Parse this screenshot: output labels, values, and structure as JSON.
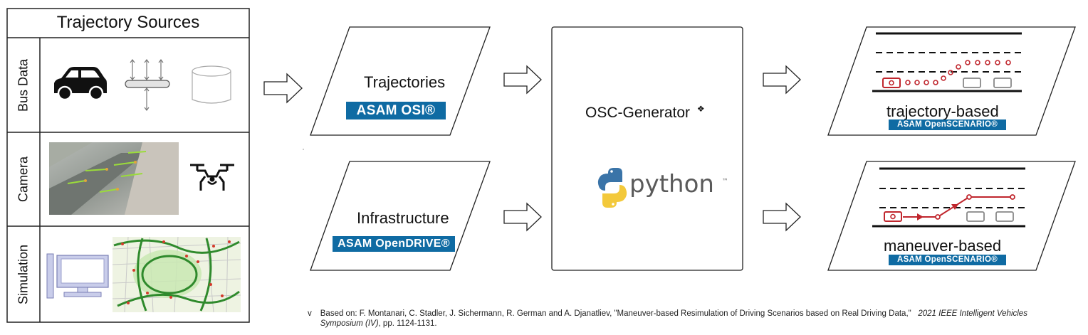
{
  "sources": {
    "title": "Trajectory Sources",
    "rows": [
      {
        "label": "Bus Data"
      },
      {
        "label": "Camera"
      },
      {
        "label": "Simulation"
      }
    ]
  },
  "inputs": {
    "trajectories": {
      "title": "Trajectories",
      "badge": "ASAM OSI®"
    },
    "infrastructure": {
      "title": "Infrastructure",
      "badge": "ASAM OpenDRIVE®"
    }
  },
  "generator": {
    "title": "OSC-Generator",
    "title_mark": "❖",
    "python_word": "python",
    "python_tm": "™"
  },
  "outputs": {
    "trajectory": {
      "title": "trajectory-based",
      "badge": "ASAM OpenSCENARIO®"
    },
    "maneuver": {
      "title": "maneuver-based",
      "badge": "ASAM OpenSCENARIO®"
    }
  },
  "footnote": {
    "bullet": "v",
    "text_a": "Based on: F. Montanari, C. Stadler, J. Sichermann, R. German and A. Djanatliev, \"Maneuver-based Resimulation of Driving Scenarios based on Real Driving Data,\"",
    "text_b": "2021 IEEE Intelligent Vehicles Symposium (IV)",
    "text_c": ", pp. 1124-1131."
  },
  "colors": {
    "badge_blue": "#0f6ba3",
    "accent_red": "#c0262d",
    "python_blue": "#3a74a8",
    "python_yellow": "#f3c93b"
  },
  "icons": [
    "car-icon",
    "bus-connector-icon",
    "database-icon",
    "drone-icon",
    "desktop-computer-icon",
    "python-logo-icon"
  ]
}
